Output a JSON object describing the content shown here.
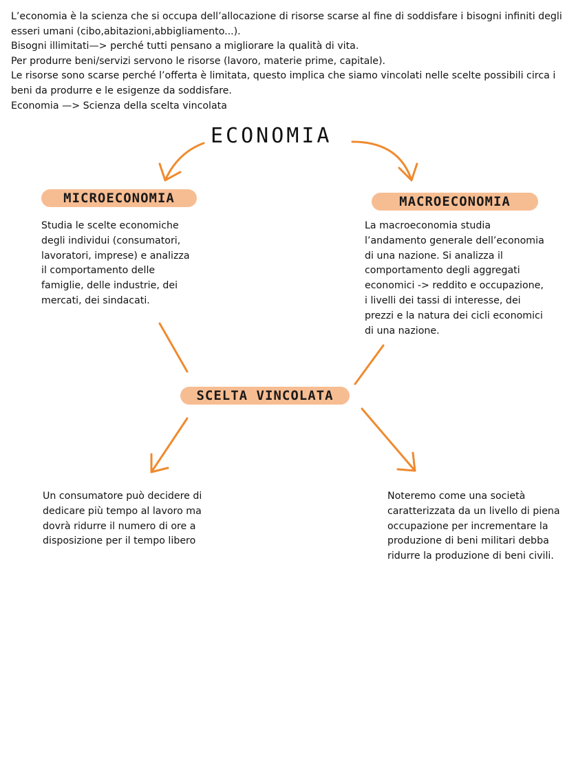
{
  "intro": {
    "paragraphs": [
      "L’economia è la scienza che si occupa dell’allocazione di risorse scarse al fine di soddisfare i bisogni infiniti degli esseri umani (cibo,abitazioni,abbigliamento...).",
      "Bisogni illimitati—> perché tutti pensano a migliorare la qualità di vita.",
      "Per produrre beni/servizi servono le risorse (lavoro, materie prime, capitale).",
      "Le risorse sono scarse perché l’offerta è limitata, questo implica che siamo vincolati nelle scelte possibili circa i beni da produrre e le esigenze da soddisfare.",
      "Economia —> Scienza della scelta vincolata"
    ]
  },
  "map": {
    "title": "ECONOMIA",
    "micro_label": "MICROECONOMIA",
    "macro_label": "MACROECONOMIA",
    "scelta_label": "SCELTA VINCOLATA",
    "micro_text": "Studia le scelte economiche\ndegli individui (consumatori,\nlavoratori, imprese) e analizza\nil comportamento delle\nfamiglie, delle industrie, dei\nmercati, dei sindacati.",
    "macro_text": "La macroeconomia studia\nl’andamento generale dell’economia\ndi una nazione. Si analizza il\ncomportamento degli aggregati\neconomici -> reddito e occupazione,\ni livelli dei tassi di interesse, dei\nprezzi e la natura dei cicli economici\ndi una nazione.",
    "example_1": "Un consumatore può decidere di\ndedicare più tempo al lavoro ma\ndovrà ridurre il numero di ore a\ndisposizione per il tempo libero",
    "example_2": "Noteremo come una società\ncaratterizzata da un livello di piena\noccupazione per incrementare la\nproduzione di beni militari debba\nridurre la produzione di beni civili."
  },
  "colors": {
    "accent_arrow": "#ef8a2e",
    "pill_fill": "#f7bd92"
  }
}
